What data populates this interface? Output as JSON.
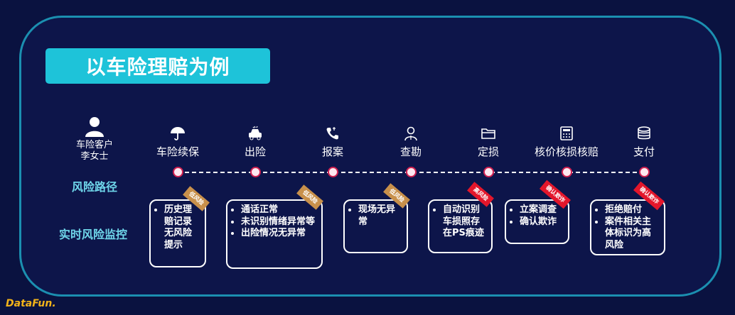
{
  "title": "以车险理赔为例",
  "customer": {
    "line1": "车险客户",
    "line2": "李女士"
  },
  "row_labels": {
    "path": "风险路径",
    "monitor": "实时风险监控"
  },
  "steps": [
    {
      "label": "车险续保",
      "icon": "umbrella-icon"
    },
    {
      "label": "出险",
      "icon": "car-accident-icon"
    },
    {
      "label": "报案",
      "icon": "phone-icon"
    },
    {
      "label": "查勘",
      "icon": "inspector-icon"
    },
    {
      "label": "定损",
      "icon": "folder-icon"
    },
    {
      "label": "核价核损核赔",
      "icon": "calculator-icon"
    },
    {
      "label": "支付",
      "icon": "coins-icon"
    }
  ],
  "cards": [
    {
      "tag": "低风险",
      "items": [
        "历史理赔记录无风险提示"
      ]
    },
    {
      "tag": "低风险",
      "items": [
        "通话正常",
        "未识别情绪异常等",
        "出险情况无异常"
      ]
    },
    {
      "tag": "低风险",
      "items": [
        "现场无异常"
      ]
    },
    {
      "tag": "高风险",
      "items": [
        "自动识别车损照存在PS痕迹"
      ]
    },
    {
      "tag": "确认欺诈",
      "items": [
        "立案调查",
        "确认欺诈"
      ]
    },
    {
      "tag": "确认欺诈",
      "items": [
        "拒绝赔付",
        "案件相关主体标识为高风险"
      ]
    }
  ],
  "colors": {
    "background": "#0a1240",
    "accent": "#1ec3d9",
    "low_risk": "#c8904b",
    "high_risk": "#e3162b",
    "label": "#6fd6ea"
  },
  "logo": "DataFun."
}
